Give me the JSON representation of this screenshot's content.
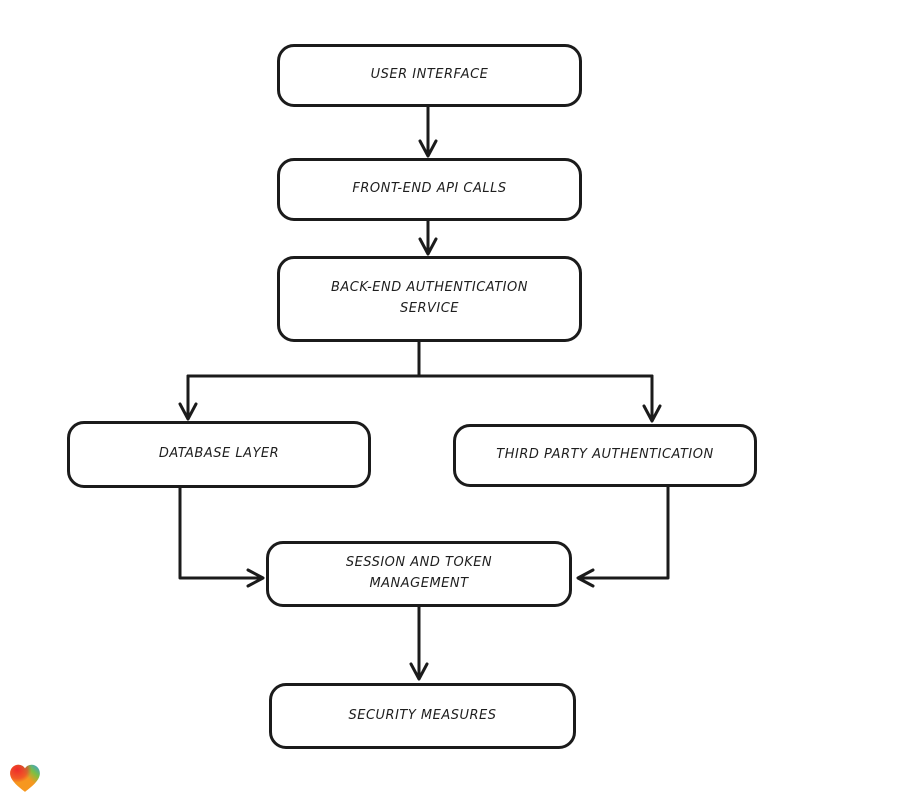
{
  "diagram": {
    "title": "",
    "stroke_color": "#1b1b1b",
    "background_color": "#ffffff",
    "nodes": [
      {
        "id": "user-interface",
        "label": "USER INTERFACE"
      },
      {
        "id": "front-end-api-calls",
        "label": "FRONT-END API CALLS"
      },
      {
        "id": "back-end-authentication",
        "label": "BACK-END AUTHENTICATION SERVICE"
      },
      {
        "id": "database-layer",
        "label": "DATABASE LAYER"
      },
      {
        "id": "third-party-authentication",
        "label": "THIRD PARTY AUTHENTICATION"
      },
      {
        "id": "session-and-token-management",
        "label": "SESSION AND TOKEN MANAGEMENT"
      },
      {
        "id": "security-measures",
        "label": "SECURITY MEASURES"
      }
    ],
    "edges": [
      {
        "from": "user-interface",
        "to": "front-end-api-calls"
      },
      {
        "from": "front-end-api-calls",
        "to": "back-end-authentication"
      },
      {
        "from": "back-end-authentication",
        "to": "database-layer"
      },
      {
        "from": "back-end-authentication",
        "to": "third-party-authentication"
      },
      {
        "from": "database-layer",
        "to": "session-and-token-management"
      },
      {
        "from": "third-party-authentication",
        "to": "session-and-token-management"
      },
      {
        "from": "session-and-token-management",
        "to": "security-measures"
      }
    ]
  },
  "badge": {
    "icon": "heart-icon",
    "colors": {
      "red": "#ee2b2b",
      "orange": "#f6971f",
      "green": "#7bc043",
      "blue": "#2d9bf0"
    }
  }
}
